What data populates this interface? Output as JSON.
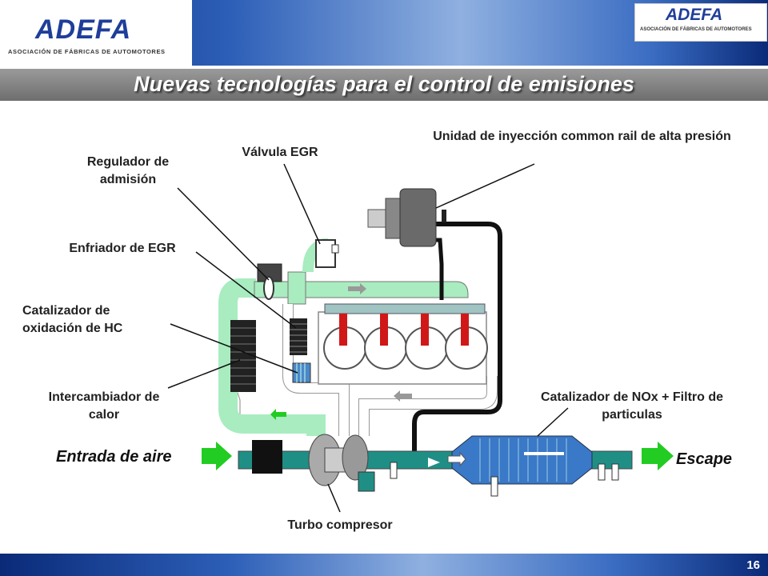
{
  "header": {
    "brand": "ADEFA",
    "brand_subtitle": "ASOCIACIÓN DE FÁBRICAS DE AUTOMOTORES",
    "brand_small": "ADEFA",
    "brand_small_subtitle": "ASOCIACIÓN DE FÁBRICAS DE AUTOMOTORES"
  },
  "title": "Nuevas tecnologías para el control de emisiones",
  "labels": {
    "regulador": "Regulador de admisión",
    "valvula": "Válvula EGR",
    "unidad": "Unidad de inyección common rail de alta presión",
    "enfriador": "Enfriador de EGR",
    "catalizador_hc": "Catalizador de oxidación de HC",
    "intercambiador": "Intercambiador de calor",
    "catalizador_nox": "Catalizador de NOx + Filtro de particulas",
    "entrada": "Entrada de aire",
    "escape": "Escape",
    "turbo": "Turbo compresor"
  },
  "colors": {
    "pipe_green": "#a8ecc0",
    "pipe_teal": "#1f8f86",
    "arrow_green": "#22cc22",
    "brand_blue": "#1f3e9a",
    "injector_red": "#d01818"
  },
  "footer": {
    "page_number": "16"
  }
}
